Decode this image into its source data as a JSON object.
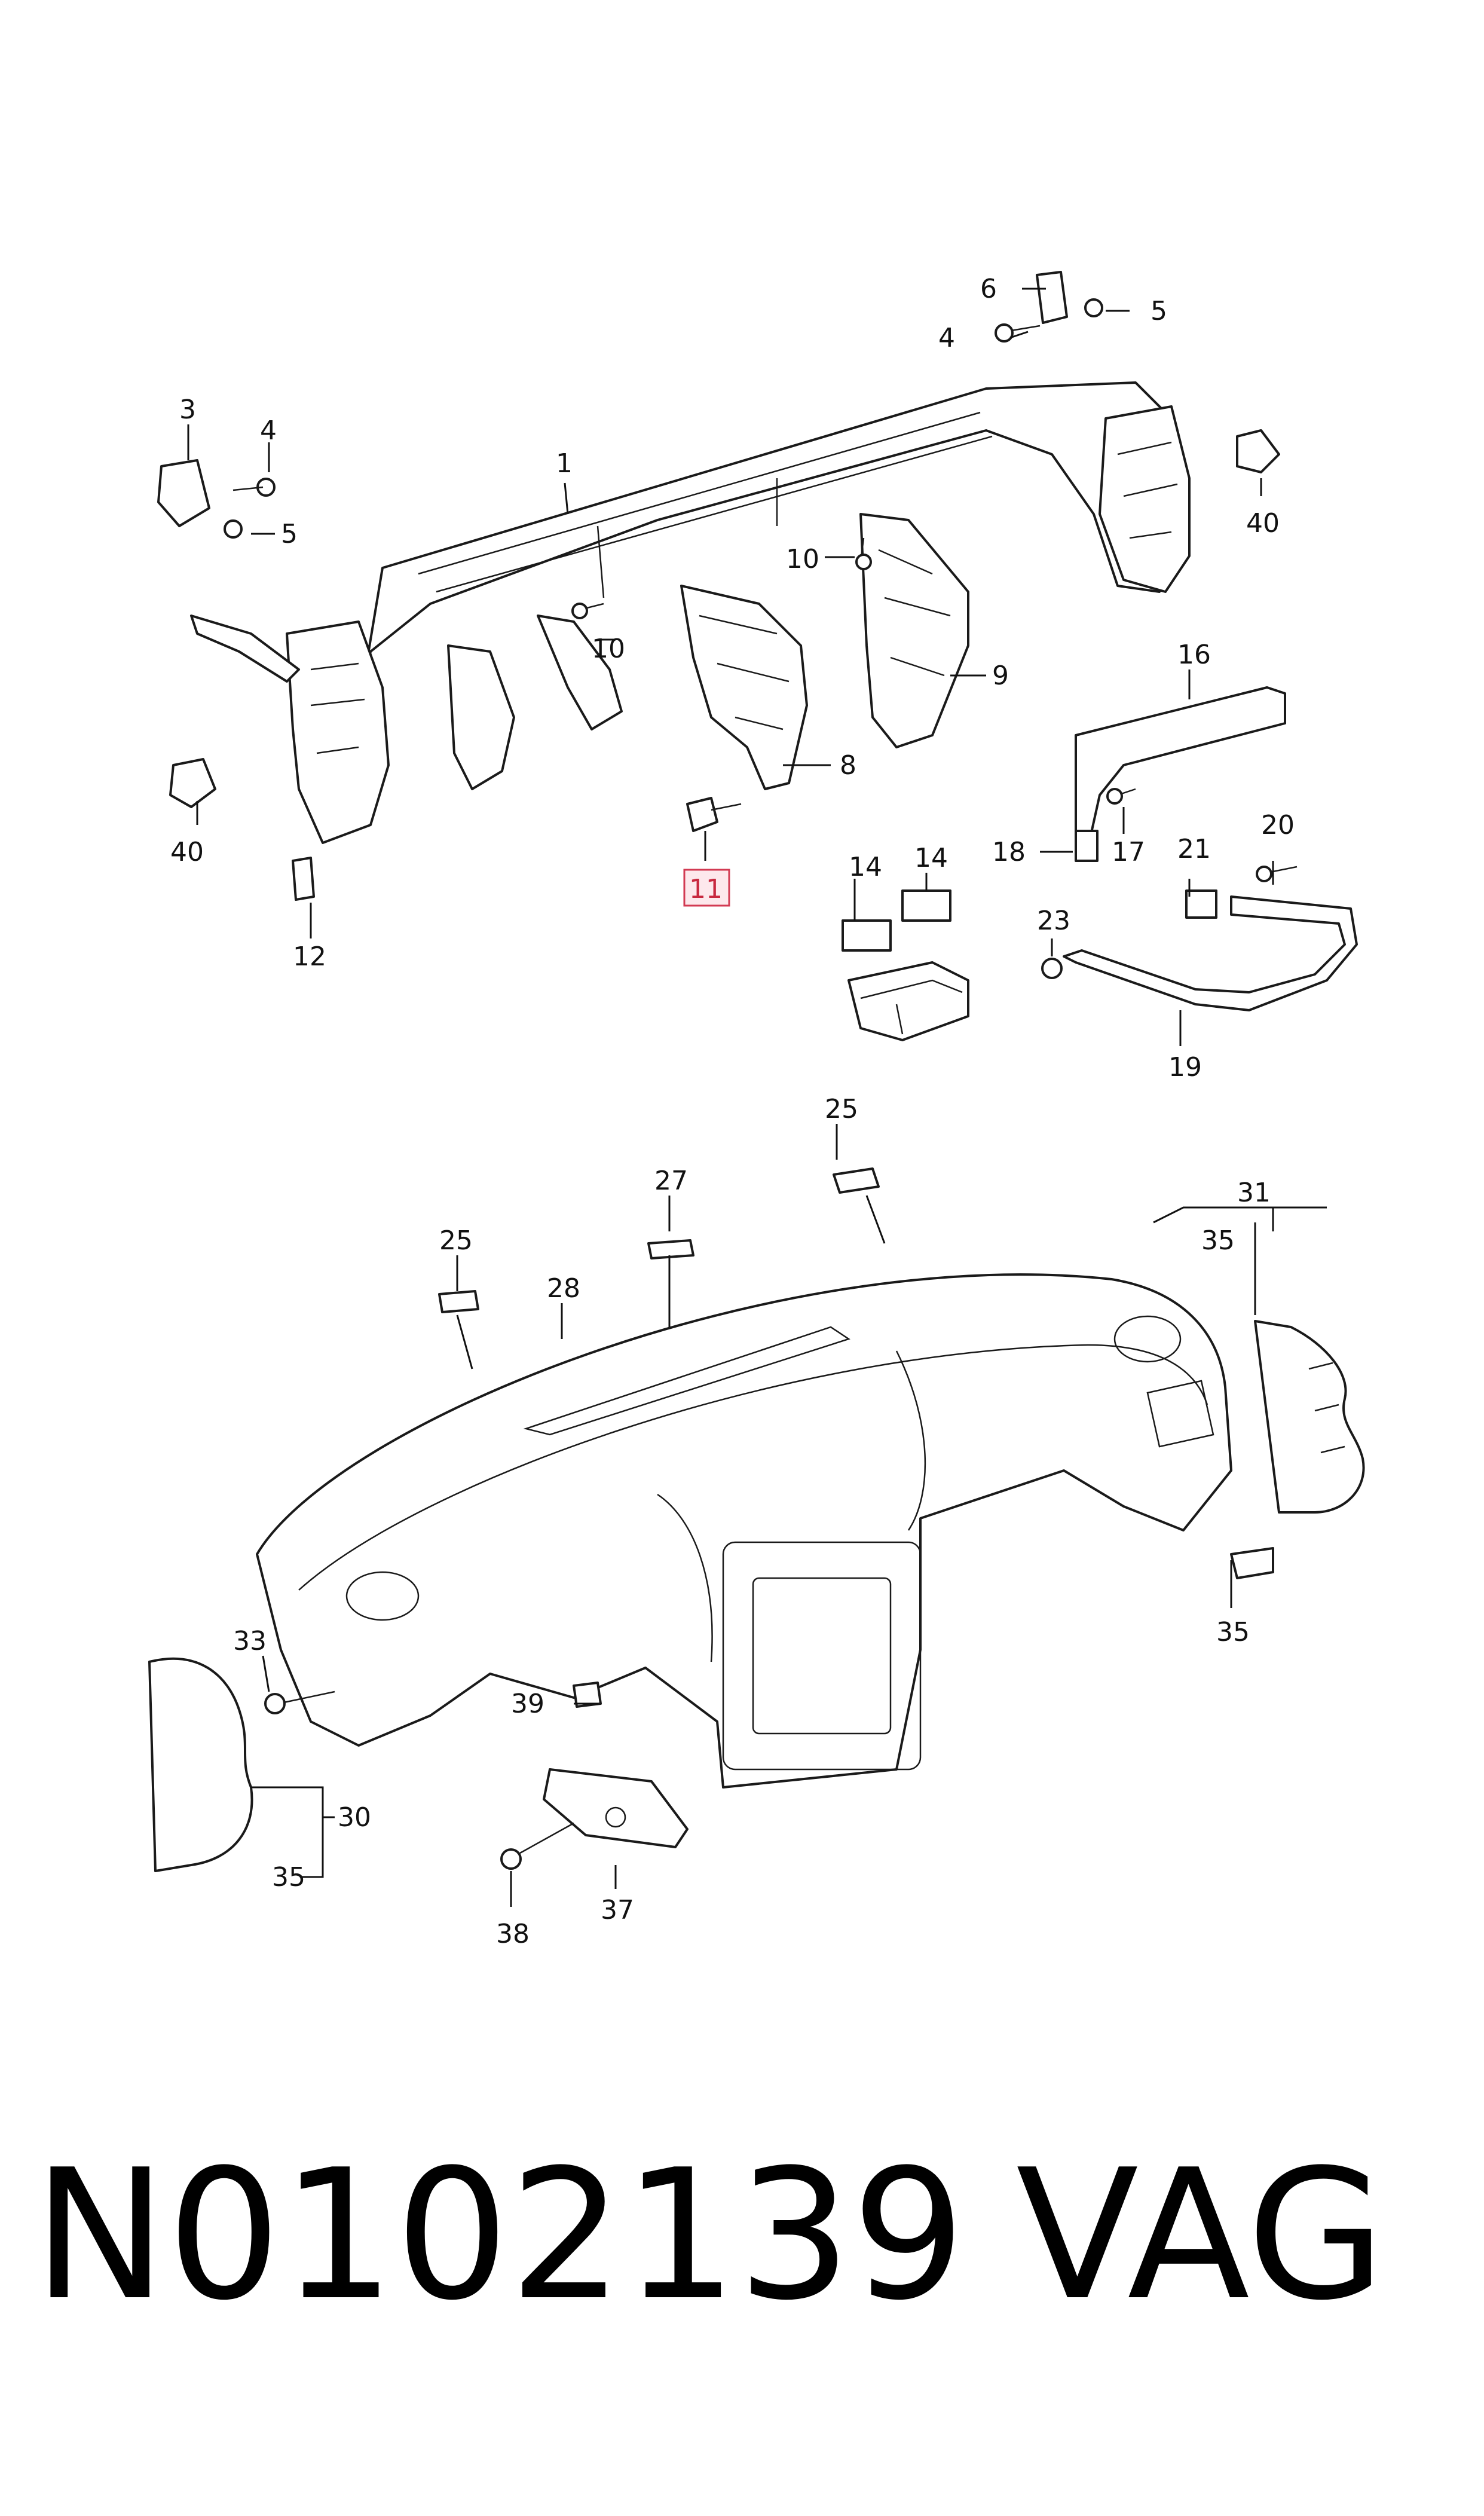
{
  "diagram": {
    "highlighted_callout": "11",
    "labels": {
      "l1": "1",
      "l3": "3",
      "l4a": "4",
      "l4b": "4",
      "l5a": "5",
      "l5b": "5",
      "l6": "6",
      "l8": "8",
      "l9": "9",
      "l10a": "10",
      "l10b": "10",
      "l11": "11",
      "l12": "12",
      "l14a": "14",
      "l14b": "14",
      "l16": "16",
      "l17": "17",
      "l18": "18",
      "l19": "19",
      "l20": "20",
      "l21": "21",
      "l23": "23",
      "l25a": "25",
      "l25b": "25",
      "l27": "27",
      "l28": "28",
      "l30": "30",
      "l31": "31",
      "l33": "33",
      "l35a": "35",
      "l35b": "35",
      "l35c": "35",
      "l37": "37",
      "l38": "38",
      "l39": "39",
      "l40a": "40",
      "l40b": "40"
    }
  },
  "footer": {
    "part_number": "N0102139",
    "brand": "VAG"
  }
}
